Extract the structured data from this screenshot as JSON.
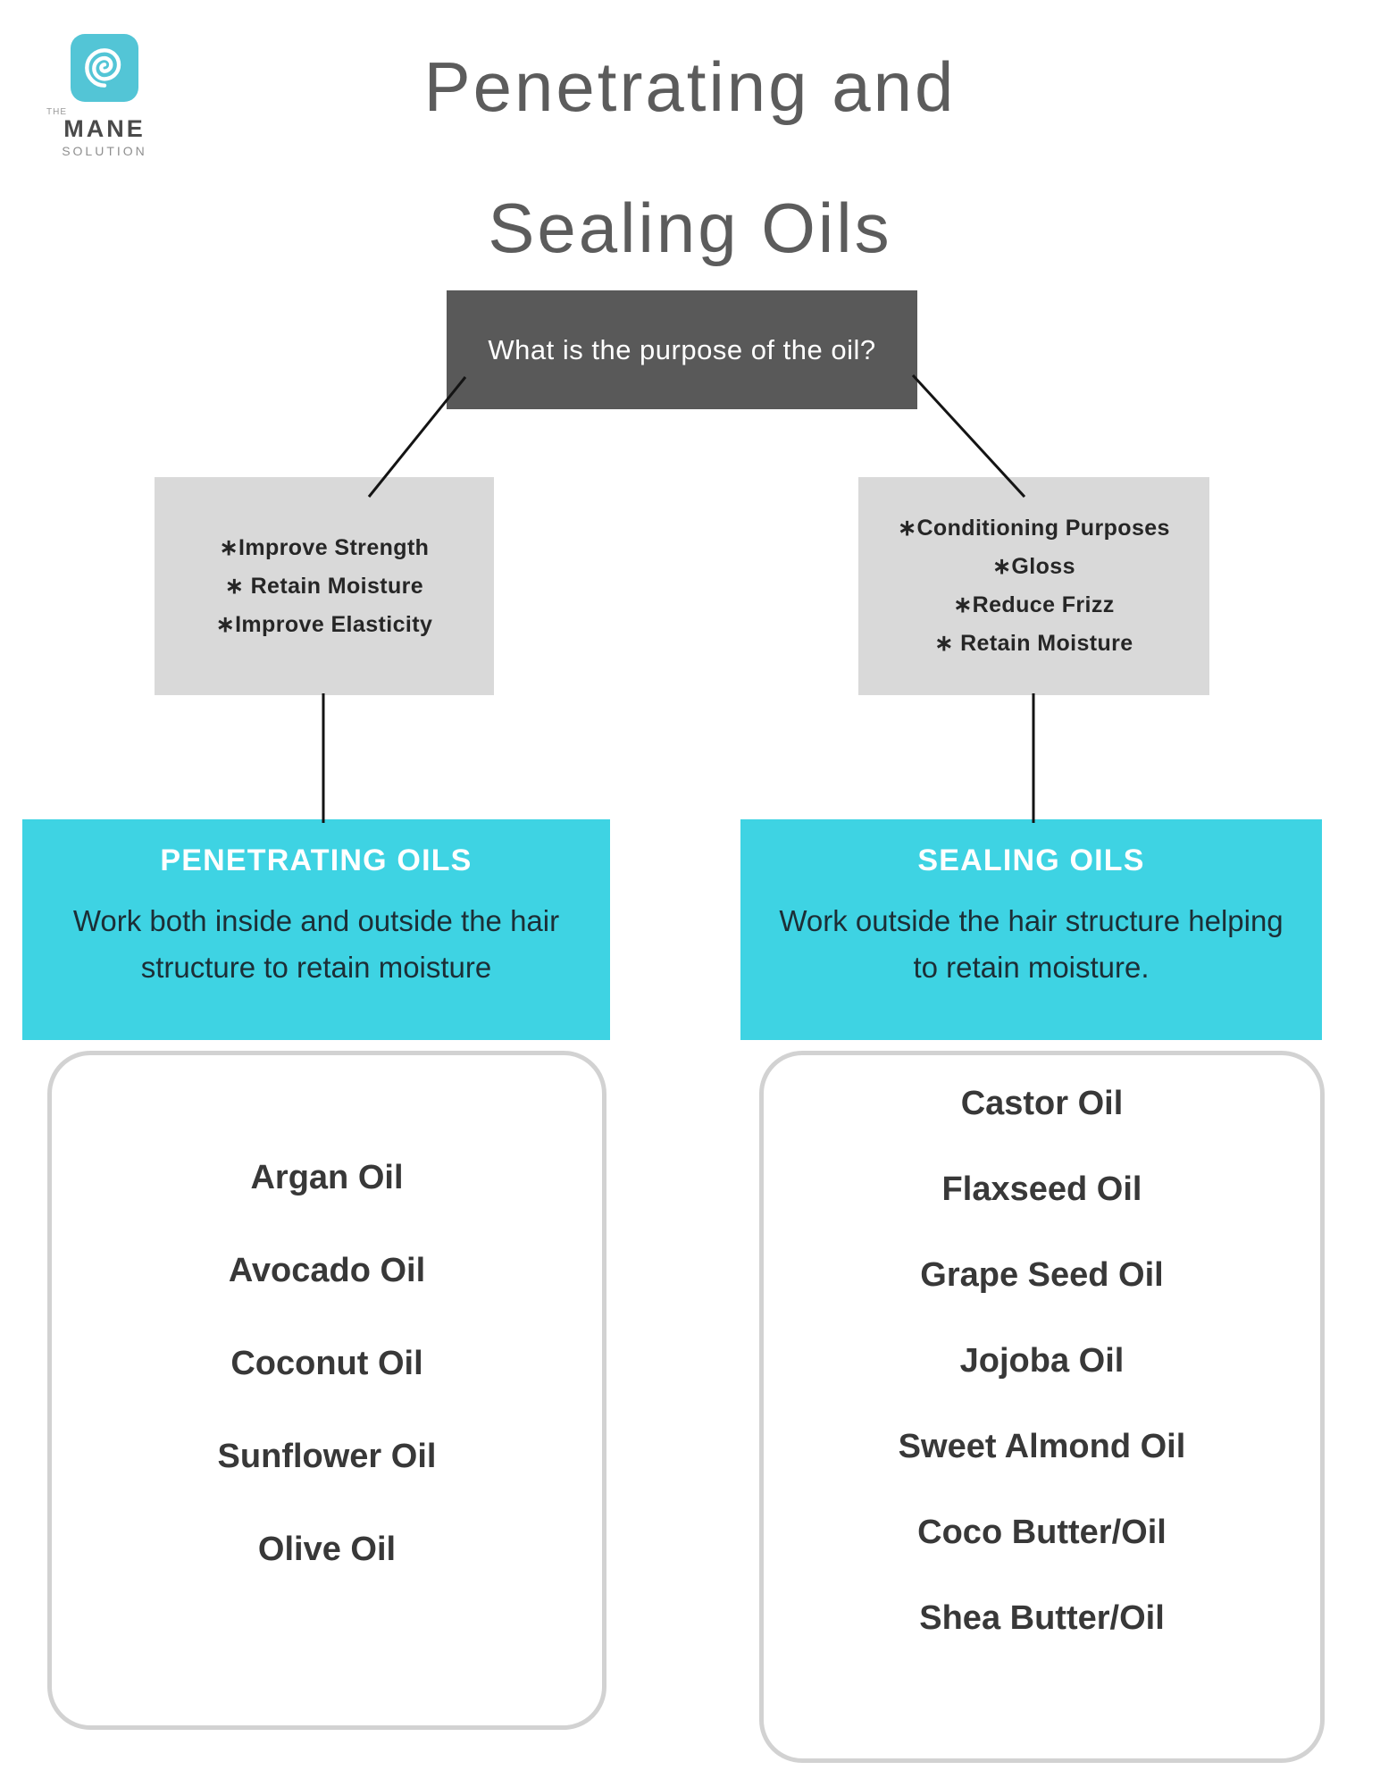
{
  "logo": {
    "the": "THE",
    "name": "MANE",
    "subtitle": "SOLUTION"
  },
  "title": {
    "line1": "Penetrating and",
    "line2": "Sealing Oils"
  },
  "question_box": {
    "text": "What is the purpose of the oil?"
  },
  "penetrating": {
    "purposes": [
      "∗Improve Strength",
      "∗ Retain Moisture",
      "∗Improve Elasticity"
    ],
    "header": "PENETRATING OILS",
    "description": "Work both inside and outside the hair structure to retain moisture",
    "oils": [
      "Argan Oil",
      "Avocado Oil",
      "Coconut Oil",
      "Sunflower Oil",
      "Olive Oil"
    ]
  },
  "sealing": {
    "purposes": [
      "∗Conditioning Purposes",
      "∗Gloss",
      "∗Reduce Frizz",
      "∗ Retain Moisture"
    ],
    "header": "SEALING OILS",
    "description": "Work outside the hair structure helping to retain moisture.",
    "oils": [
      "Castor Oil",
      "Flaxseed Oil",
      "Grape Seed Oil",
      "Jojoba Oil",
      "Sweet Almond Oil",
      "Coco Butter/Oil",
      "Shea Butter/Oil"
    ]
  },
  "colors": {
    "accent_cyan": "#3ED3E3",
    "logo_cyan": "#53C5D6",
    "dark_gray_box": "#595959",
    "light_gray_box": "#D9D9D9",
    "title_gray": "#5C5C5C",
    "connector_line": "#141414"
  }
}
